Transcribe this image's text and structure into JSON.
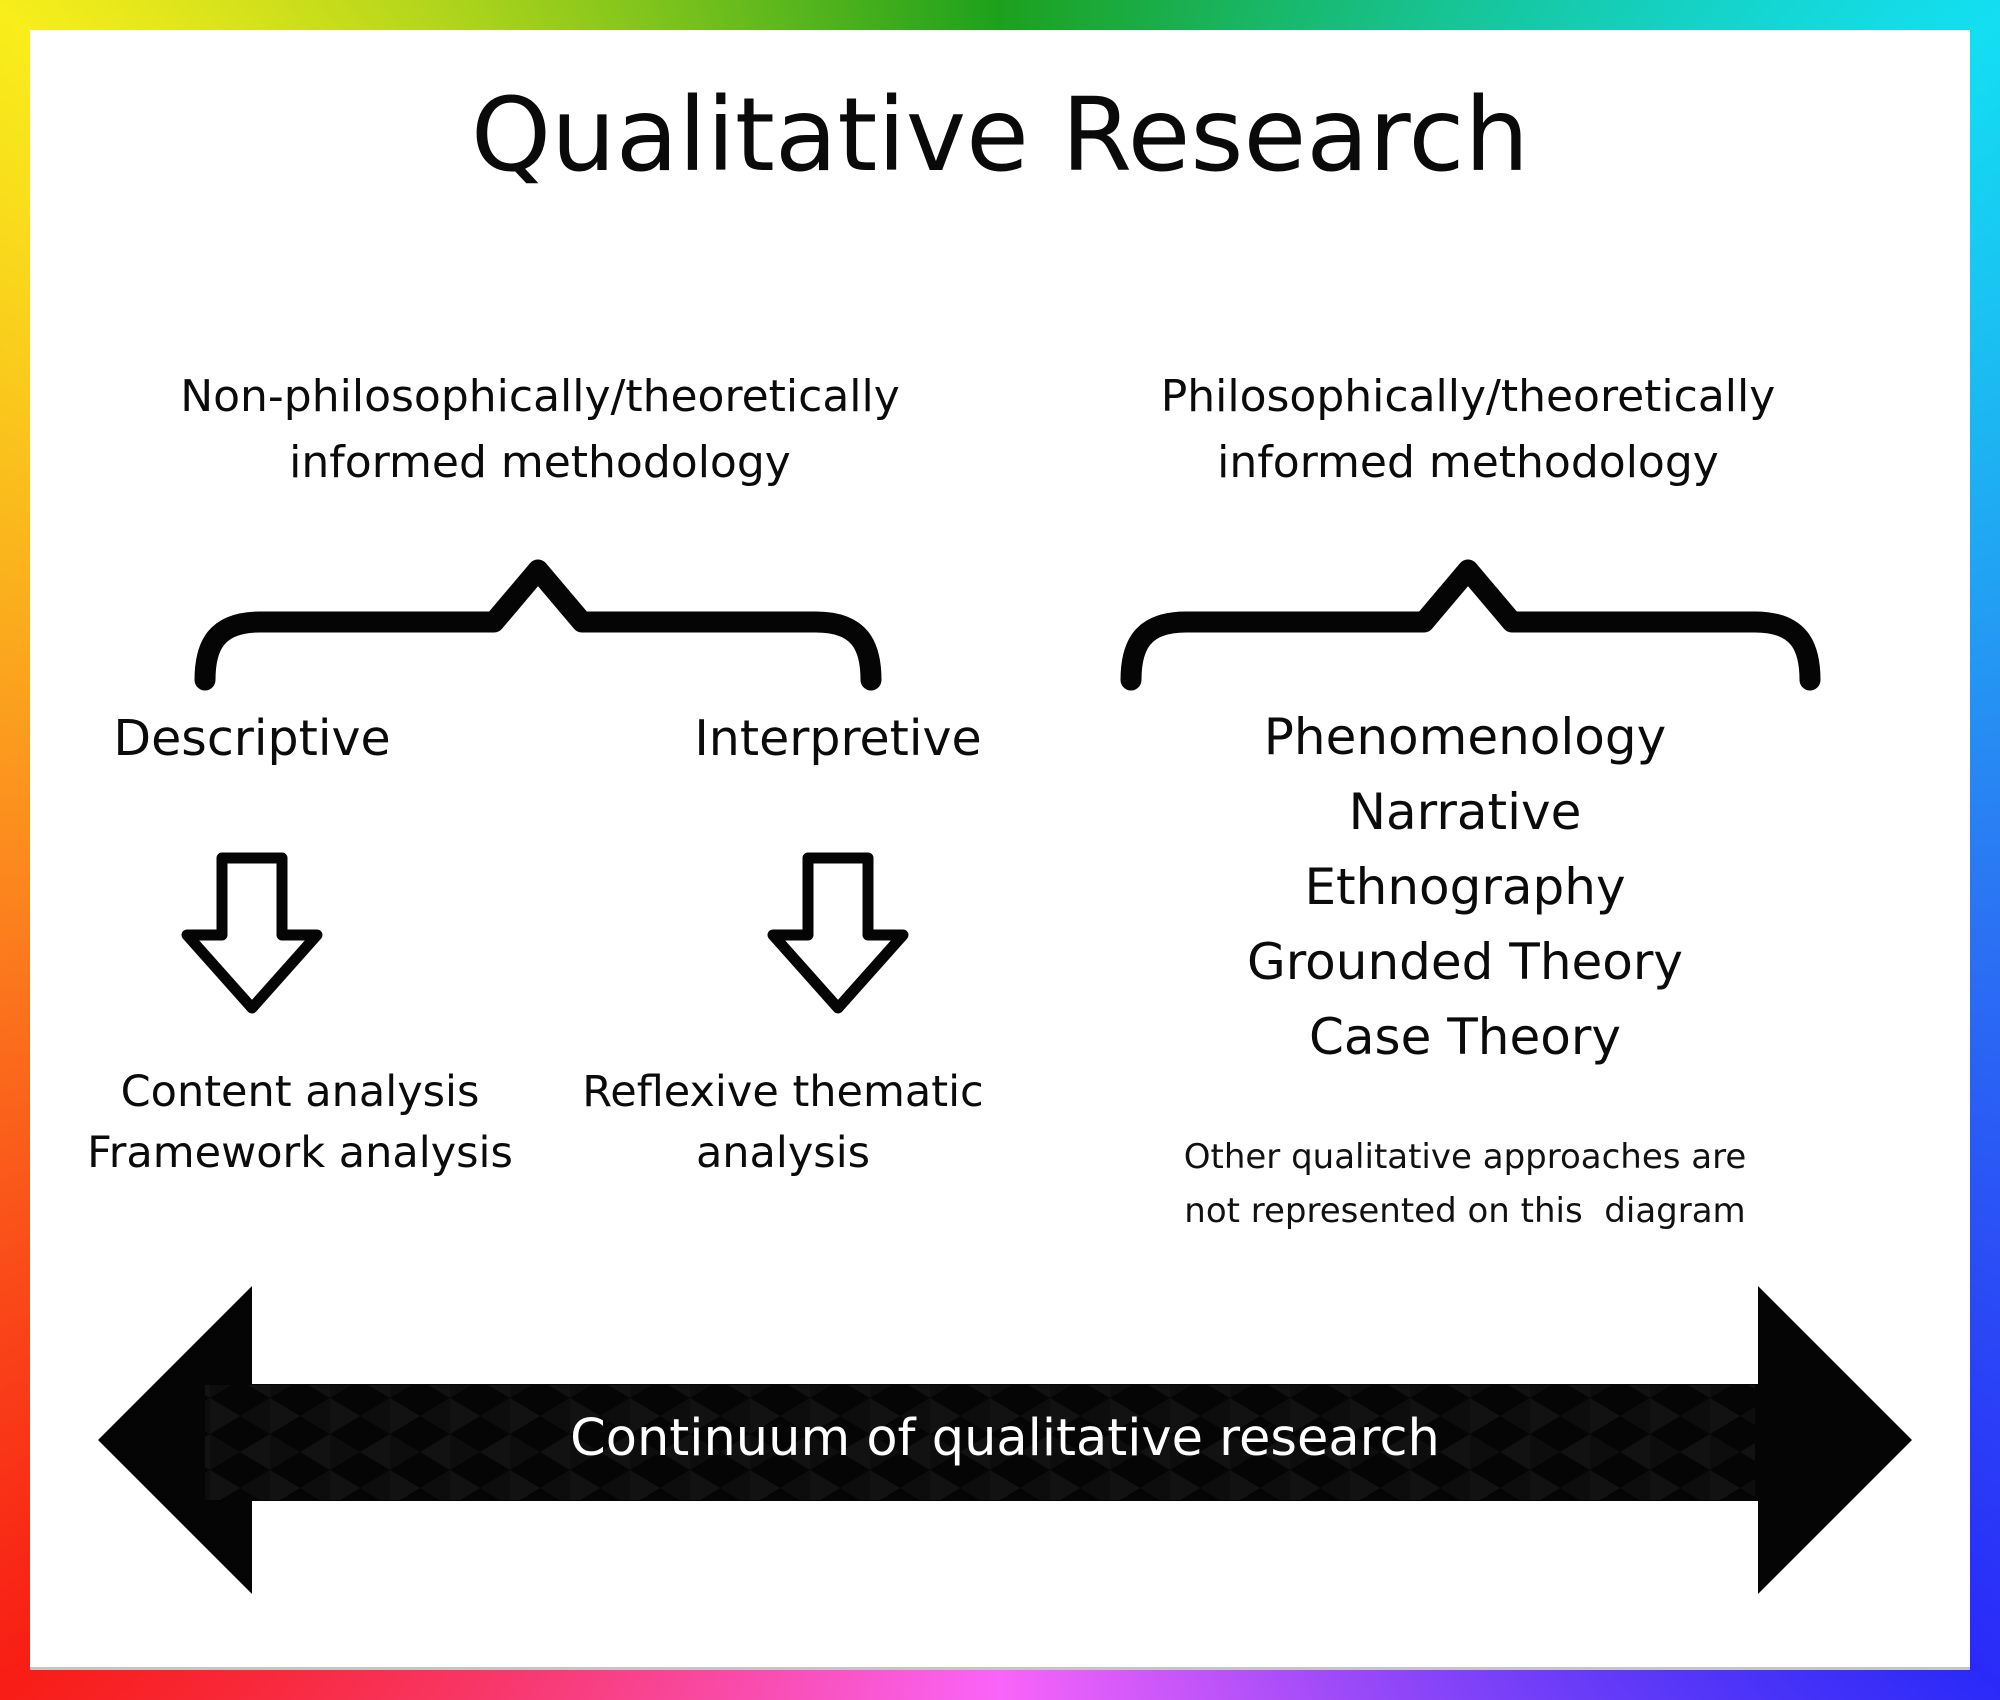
{
  "page": {
    "title": "Qualitative Research"
  },
  "branches": {
    "left": {
      "heading_lines": [
        "Non-philosophically/theoretically",
        "informed methodology"
      ],
      "sub_items": [
        {
          "label": "Descriptive",
          "outcome_lines": [
            "Content analysis",
            "Framework analysis"
          ]
        },
        {
          "label": "Interpretive",
          "outcome_lines": [
            "Reflexive thematic",
            "analysis"
          ]
        }
      ]
    },
    "right": {
      "heading_lines": [
        "Philosophically/theoretically",
        "informed methodology"
      ],
      "approaches": [
        "Phenomenology",
        "Narrative",
        "Ethnography",
        "Grounded Theory",
        "Case Theory"
      ],
      "note_lines": [
        "Other qualitative approaches are",
        "not represented on this  diagram"
      ]
    }
  },
  "continuum": {
    "label": "Continuum of qualitative research"
  },
  "colors": {
    "panel_bg": "#ffffff",
    "text": "#0b0b0b",
    "shape_black": "#050505",
    "continuum_text": "#ffffff",
    "border_gradient": [
      "#f8ee1b",
      "#1ca11c",
      "#13dff2",
      "#2a7cf3",
      "#2a2af8",
      "#f964f9",
      "#f81d15",
      "#fc8b1e"
    ]
  }
}
